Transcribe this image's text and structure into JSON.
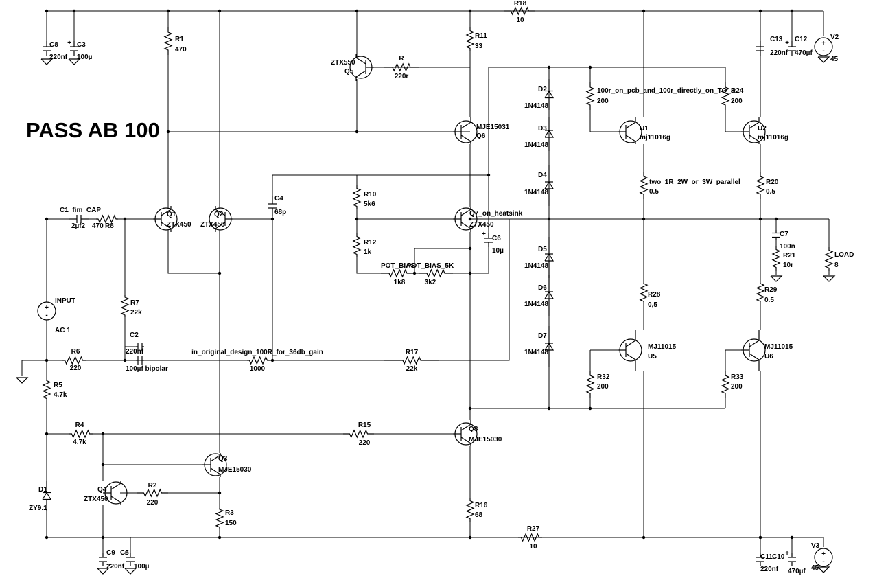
{
  "title": "PASS AB 100",
  "components": [
    {
      "ref": "R18",
      "value": "10"
    },
    {
      "ref": "C8",
      "value": "220nf"
    },
    {
      "ref": "C3",
      "value": "100µ"
    },
    {
      "ref": "R1",
      "value": "470"
    },
    {
      "ref": "ZTX550",
      "value": "Q5"
    },
    {
      "ref": "R",
      "value": "220r"
    },
    {
      "ref": "R11",
      "value": "33"
    },
    {
      "ref": "C13",
      "value": "220nf"
    },
    {
      "ref": "C12",
      "value": "470µf"
    },
    {
      "ref": "V2",
      "value": "45"
    },
    {
      "ref": "D2",
      "value": "1N4148"
    },
    {
      "ref": "D3",
      "value": "1N4148"
    },
    {
      "ref": "D4",
      "value": "1N4148"
    },
    {
      "ref": "D5",
      "value": "1N4148"
    },
    {
      "ref": "D6",
      "value": "1N4148"
    },
    {
      "ref": "D7",
      "value": "1N4148"
    },
    {
      "ref": "100r_on_pcb_and_100r_directly_on_TO_3",
      "value": "200"
    },
    {
      "ref": "R24",
      "value": "200"
    },
    {
      "ref": "MJE15031",
      "value": "Q6"
    },
    {
      "ref": "U1",
      "value": "mj11016g"
    },
    {
      "ref": "U2",
      "value": "mj11016g"
    },
    {
      "ref": "two_1R_2W_or_3W_parallel",
      "value": "0.5"
    },
    {
      "ref": "R20",
      "value": "0.5"
    },
    {
      "ref": "C4",
      "value": "68p"
    },
    {
      "ref": "R10",
      "value": "5k6"
    },
    {
      "ref": "R12",
      "value": "1k"
    },
    {
      "ref": "POT_BIAS",
      "value": "1k8"
    },
    {
      "ref": "POT_BIAS_5K",
      "value": "3k2"
    },
    {
      "ref": "Q7_on_heatsink",
      "value": "ZTX450"
    },
    {
      "ref": "C6",
      "value": "10µ"
    },
    {
      "ref": "C7",
      "value": "100n"
    },
    {
      "ref": "R21",
      "value": "10r"
    },
    {
      "ref": "LOAD",
      "value": "8"
    },
    {
      "ref": "C1_fim_CAP",
      "value": "2µf2"
    },
    {
      "ref": "R8",
      "value": "470"
    },
    {
      "ref": "Q1",
      "value": "ZTX450"
    },
    {
      "ref": "Q2",
      "value": "ZTX450"
    },
    {
      "ref": "INPUT",
      "value": "AC 1"
    },
    {
      "ref": "R7",
      "value": "22k"
    },
    {
      "ref": "C2",
      "value": "220nf"
    },
    {
      "ref": "100µf bipolar",
      "value": ""
    },
    {
      "ref": "R6",
      "value": "220"
    },
    {
      "ref": "in_original_design_100R_for_36db_gain",
      "value": "1000"
    },
    {
      "ref": "R17",
      "value": "22k"
    },
    {
      "ref": "R28",
      "value": "0,5"
    },
    {
      "ref": "R29",
      "value": "0.5"
    },
    {
      "ref": "MJ11015",
      "value": "U5"
    },
    {
      "ref": "MJ11015 ",
      "value": "U6"
    },
    {
      "ref": "R32",
      "value": "200"
    },
    {
      "ref": "R33",
      "value": "200"
    },
    {
      "ref": "R5",
      "value": "4.7k"
    },
    {
      "ref": "R4",
      "value": "4.7k"
    },
    {
      "ref": "R15",
      "value": "220"
    },
    {
      "ref": "Q8",
      "value": "MJE15030"
    },
    {
      "ref": "Q3",
      "value": "MJE15030"
    },
    {
      "ref": "Q4",
      "value": "ZTX450"
    },
    {
      "ref": "R2",
      "value": "220"
    },
    {
      "ref": "D1",
      "value": "ZY9.1"
    },
    {
      "ref": "R3",
      "value": "150"
    },
    {
      "ref": "R16",
      "value": "68"
    },
    {
      "ref": "R27",
      "value": "10"
    },
    {
      "ref": "C9",
      "value": "220nf"
    },
    {
      "ref": "C5",
      "value": "100µ"
    },
    {
      "ref": "V3",
      "value": "45"
    },
    {
      "ref": "C11",
      "value": "220nf"
    },
    {
      "ref": "C10",
      "value": "470µf"
    }
  ]
}
